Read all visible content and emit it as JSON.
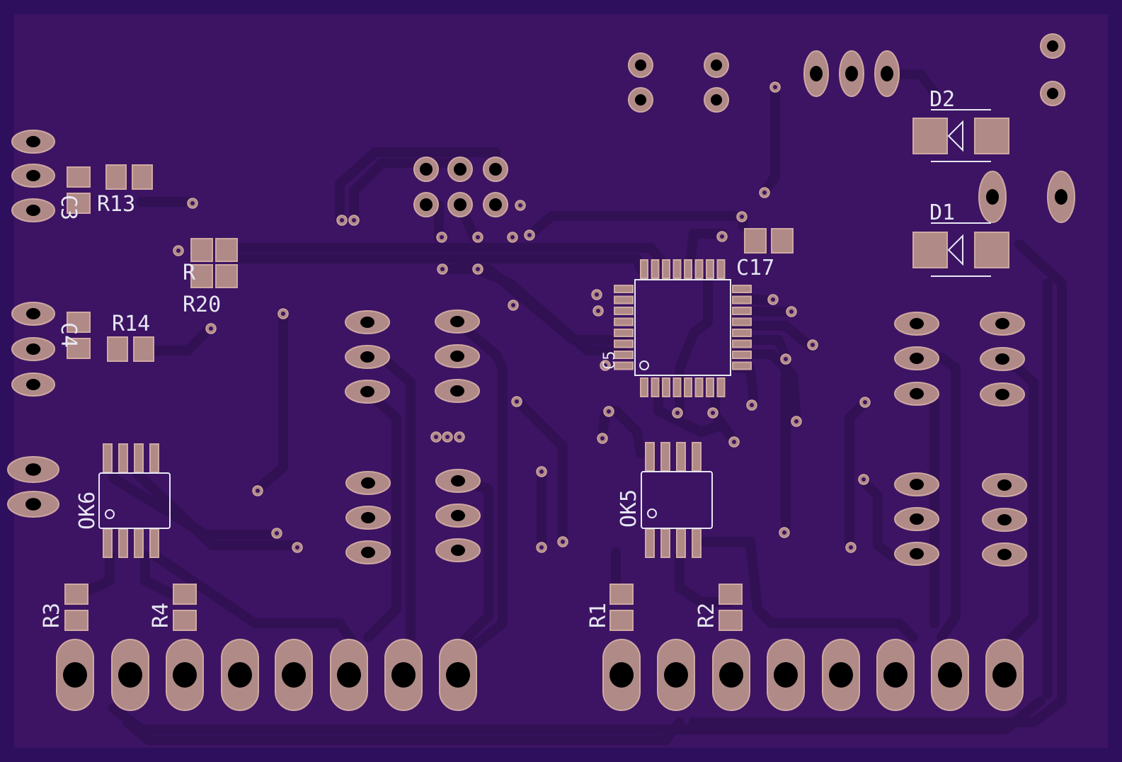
{
  "colors": {
    "background": "#000000",
    "board_edge": "#2e0f5e",
    "board": "#3c1463",
    "trace": "#321054",
    "trace_outline": "#4a2480",
    "pad": "#b08a86",
    "pad_edge": "#cfa8a2",
    "drill": "#000000",
    "silkscreen": "#e6e6f2"
  },
  "labels": {
    "d2": "D2",
    "d1": "D1",
    "c17": "C17",
    "c5": "C5",
    "r13": "R13",
    "r14": "R14",
    "r20": "R20",
    "ok6": "OK6",
    "ok5": "OK5",
    "r1": "R1",
    "r2": "R2",
    "r3": "R3",
    "r4": "R4",
    "c_left_top": "C3",
    "c_left_mid": "C4",
    "r_partial": "R"
  }
}
